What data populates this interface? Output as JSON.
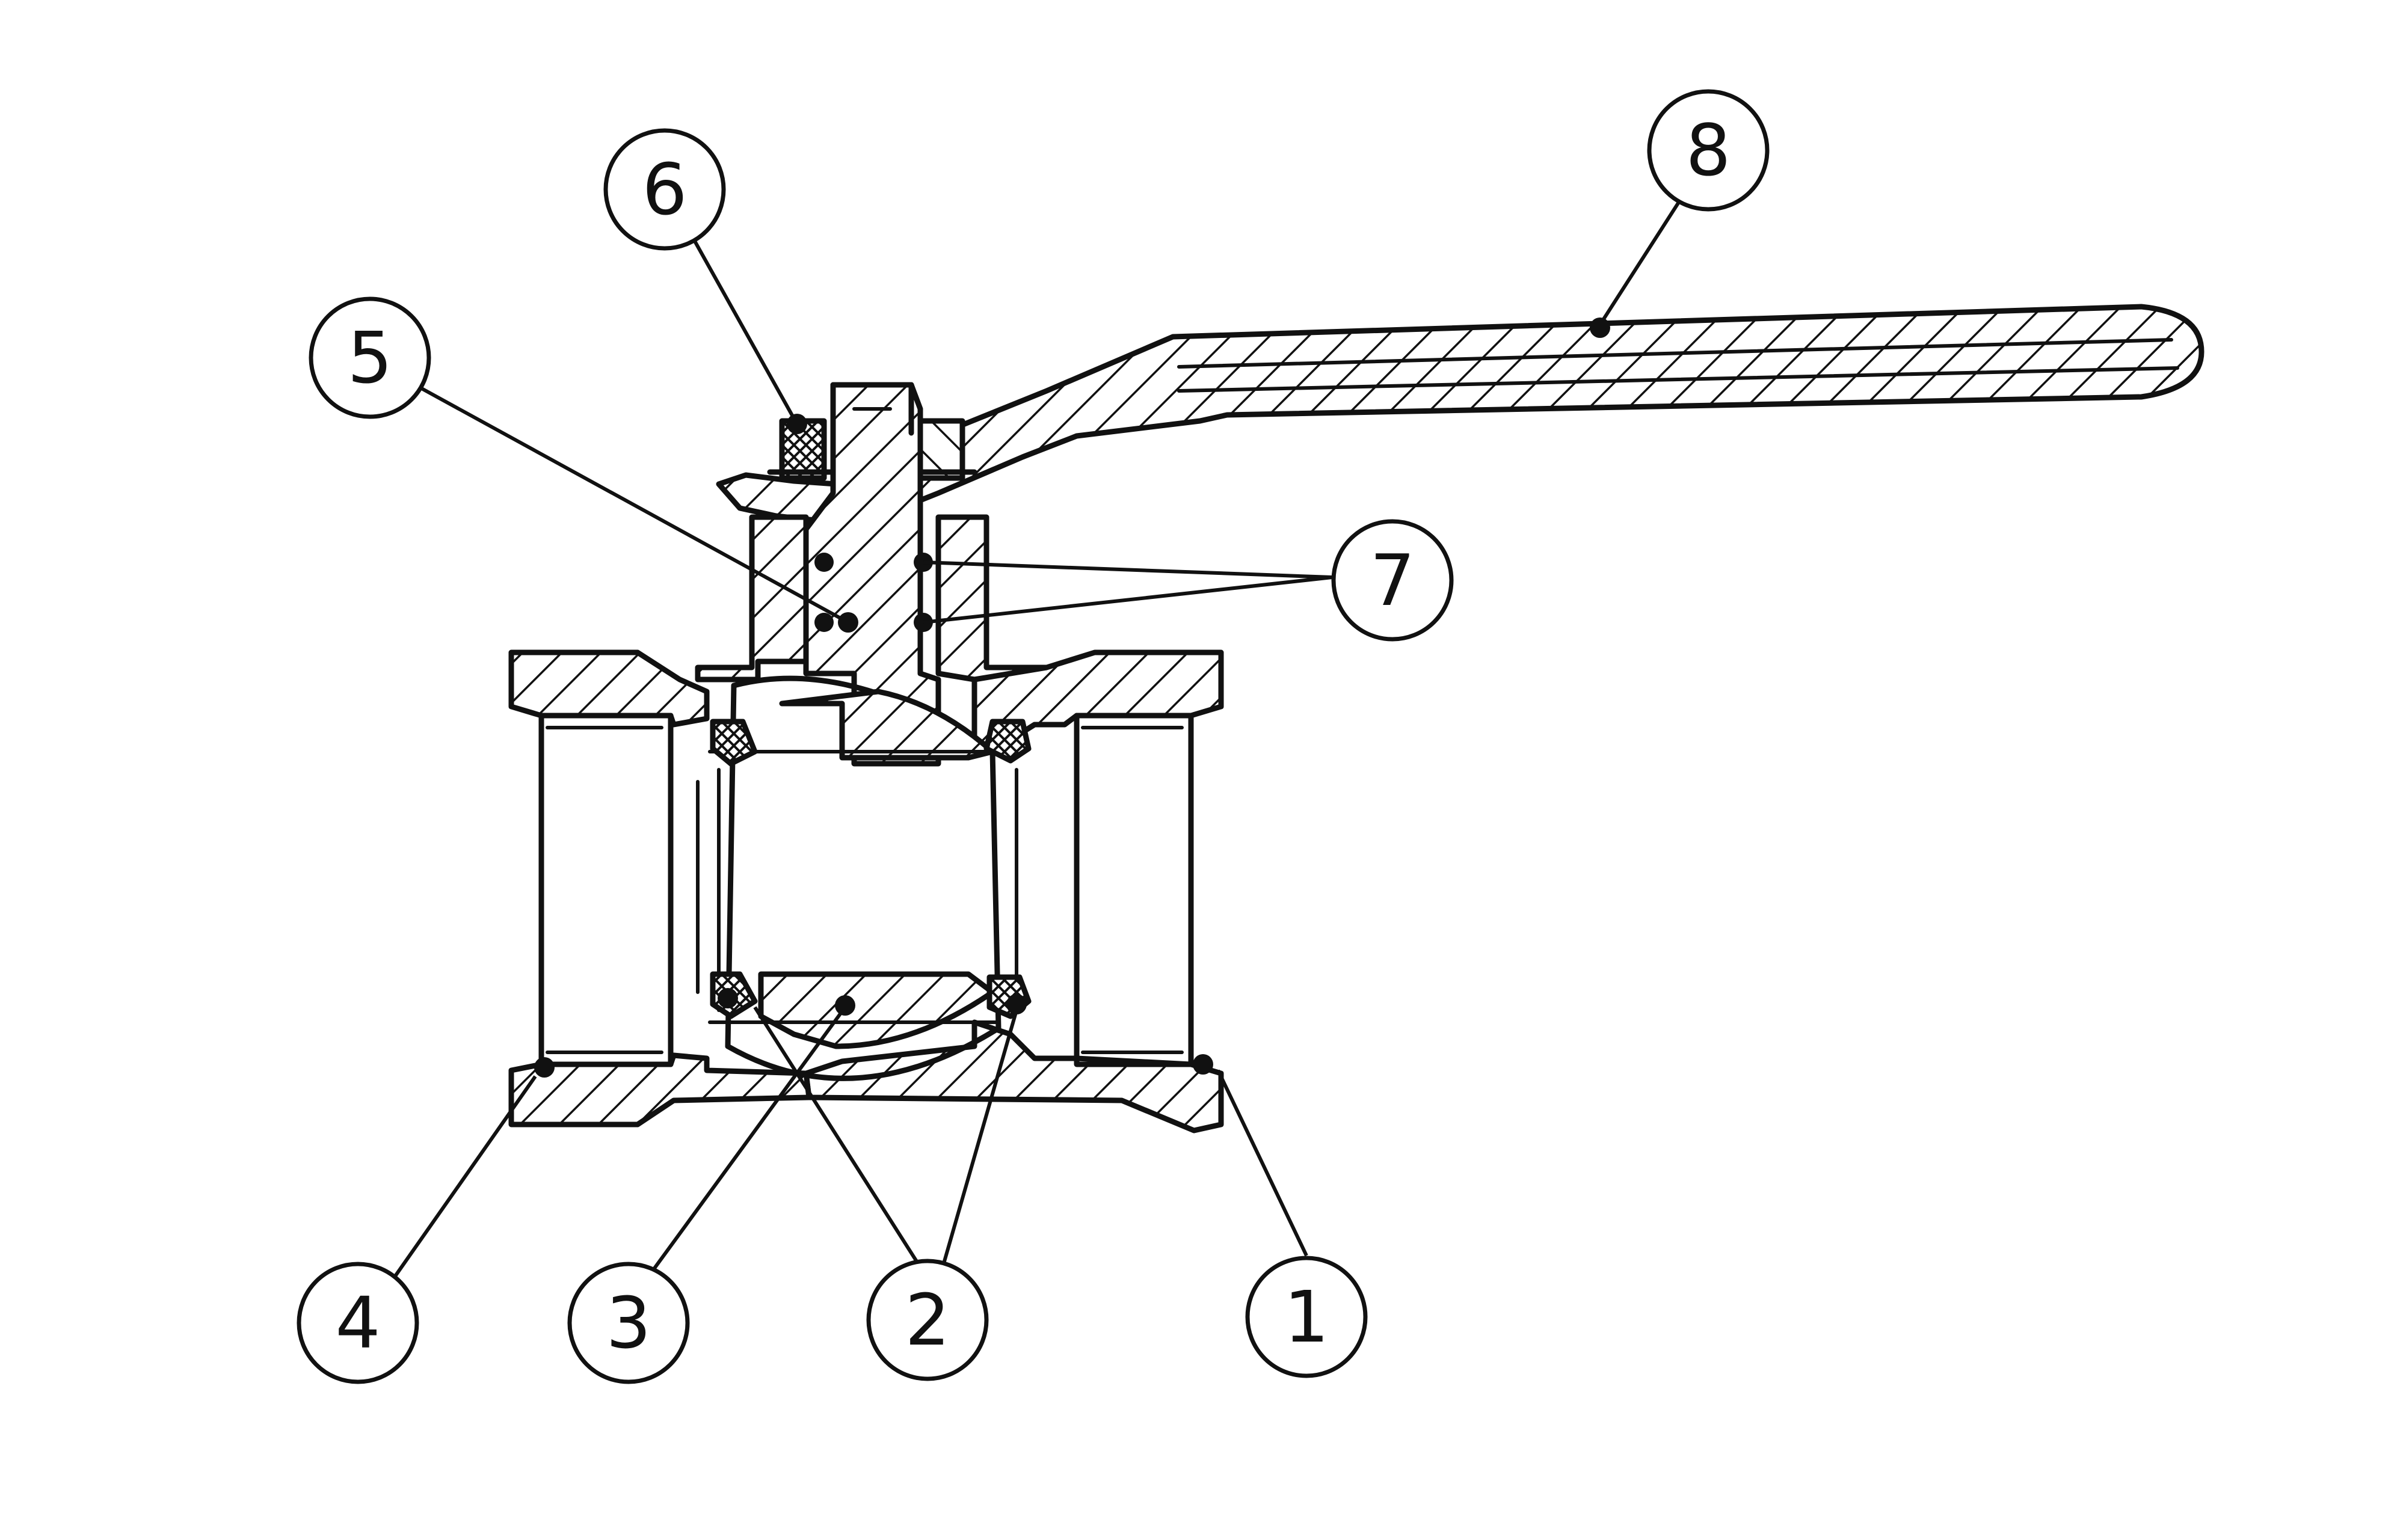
{
  "drawing": {
    "line_color": "#111111",
    "background": "#ffffff",
    "callouts": [
      {
        "id": "1",
        "label": "1"
      },
      {
        "id": "2",
        "label": "2"
      },
      {
        "id": "3",
        "label": "3"
      },
      {
        "id": "4",
        "label": "4"
      },
      {
        "id": "5",
        "label": "5"
      },
      {
        "id": "6",
        "label": "6"
      },
      {
        "id": "7",
        "label": "7"
      },
      {
        "id": "8",
        "label": "8"
      }
    ]
  }
}
